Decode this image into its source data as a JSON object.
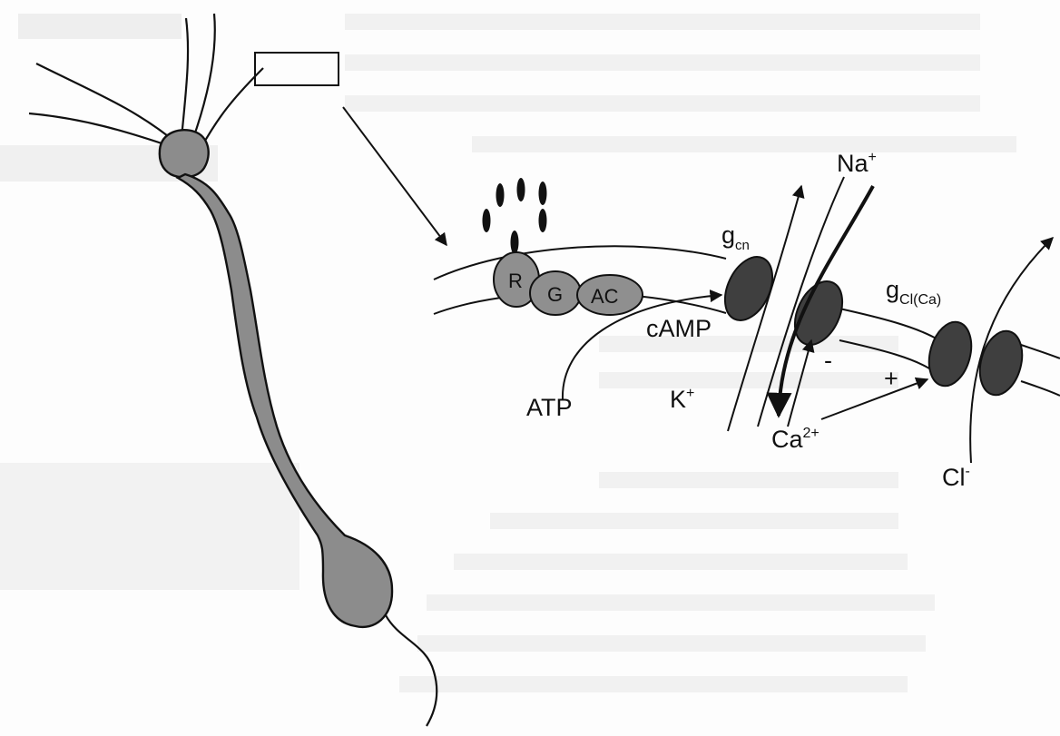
{
  "diagram": {
    "labels": {
      "receptor": "R",
      "g_protein": "G",
      "adenylyl_cyclase": "AC",
      "camp": "cAMP",
      "atp": "ATP",
      "cn_channel_base": "g",
      "cn_channel_sub": "cn",
      "cl_channel_base": "g",
      "cl_channel_sub": "Cl(Ca)",
      "sodium": "Na",
      "sodium_charge": "+",
      "potassium": "K",
      "potassium_charge": "+",
      "calcium": "Ca",
      "calcium_charge": "2+",
      "chloride": "Cl",
      "chloride_charge": "-",
      "inhibit_sign": "-",
      "activate_sign": "+"
    },
    "colors": {
      "neuron_fill": "#8c8c8c",
      "receptor_fill": "#8f8f8f",
      "channel_fill": "#3f3f3f",
      "odorant_fill": "#111111",
      "line": "#111111"
    }
  }
}
